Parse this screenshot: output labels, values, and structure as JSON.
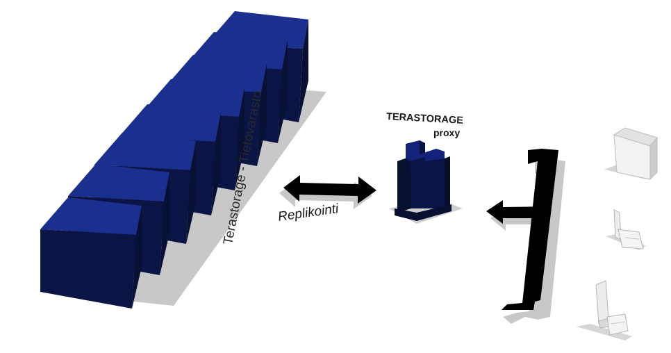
{
  "labels": {
    "storage": "Terastorage - Tietovarasto",
    "proxy_title": "TERASTORAGE",
    "proxy_sub": "proxy",
    "replication": "Replikointi"
  },
  "colors": {
    "server_front": "#0b1545",
    "server_top": "#1b2f8f",
    "server_side": "#081033",
    "arrow": "#000000",
    "shadow": "#c8c8c8",
    "device": "#e4e4e4"
  },
  "icons": {
    "storage_units": "server-block",
    "proxy": "proxy-server",
    "replication_arrow": "double-arrow",
    "request_arrow": "arrow-left",
    "bus": "network-bus",
    "clients": [
      "printer",
      "laptop",
      "desktop-computer"
    ]
  }
}
